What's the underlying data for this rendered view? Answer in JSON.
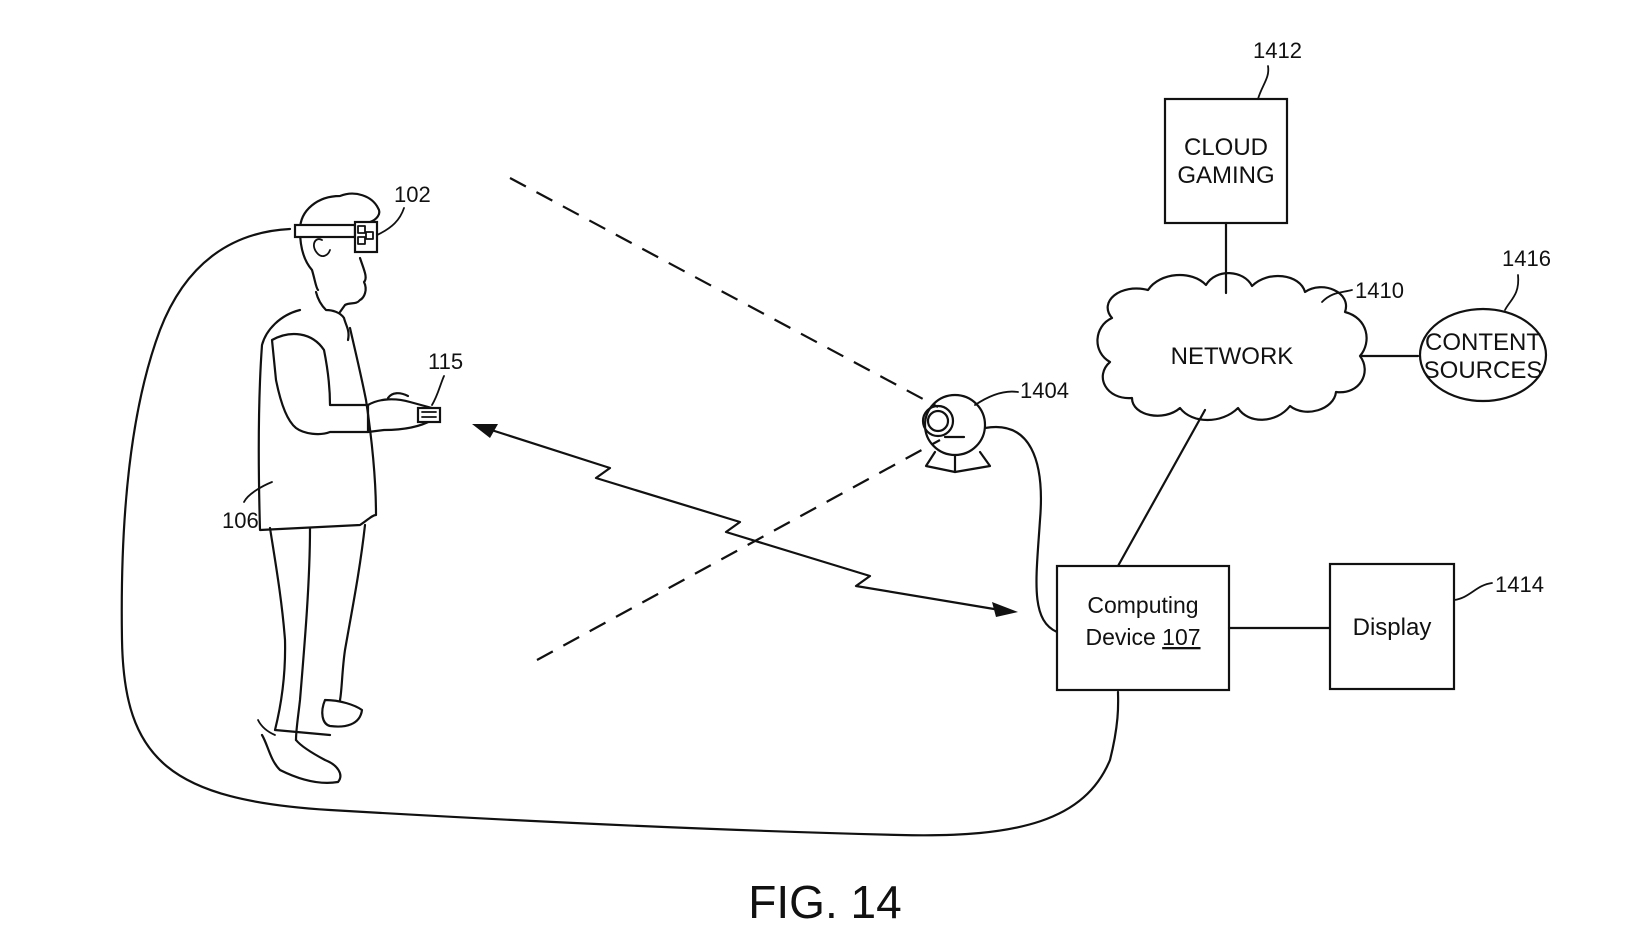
{
  "figure": {
    "caption": "FIG. 14"
  },
  "components": {
    "cloud_gaming": {
      "ref": "1412",
      "line1": "CLOUD",
      "line2": "GAMING"
    },
    "network": {
      "ref": "1410",
      "label": "NETWORK"
    },
    "content_sources": {
      "ref": "1416",
      "line1": "CONTENT",
      "line2": "SOURCES"
    },
    "camera": {
      "ref": "1404"
    },
    "computing_device": {
      "line1": "Computing",
      "line2_prefix": "Device ",
      "line2_ref": "107"
    },
    "display": {
      "ref": "1414",
      "label": "Display"
    },
    "hmd": {
      "ref": "102"
    },
    "controller": {
      "ref": "115"
    },
    "user": {
      "ref": "106"
    }
  }
}
